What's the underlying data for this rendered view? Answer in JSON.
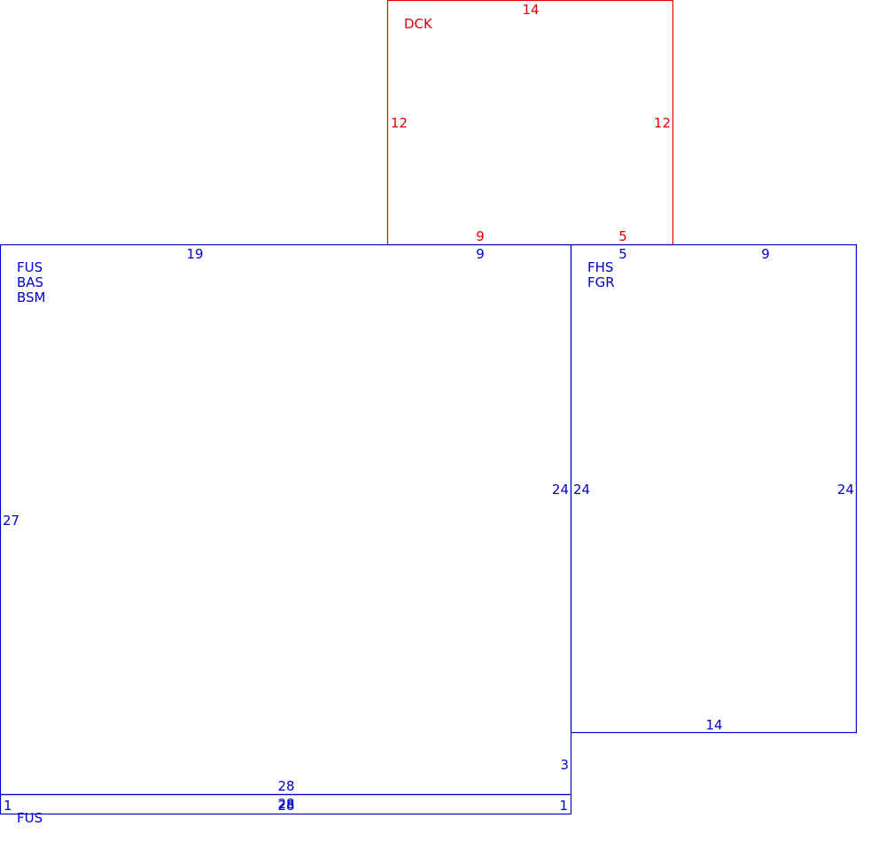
{
  "colors": {
    "main": "#0000cc",
    "deck": "#dd0000"
  },
  "deck": {
    "codes": [
      "DCK"
    ],
    "dims": {
      "top": "14",
      "left": "12",
      "right": "12",
      "bottom_left": "9",
      "bottom_right": "5"
    }
  },
  "main_area": {
    "codes": [
      "FUS",
      "BAS",
      "BSM"
    ],
    "dims": {
      "top_left": "19",
      "top_right": "9",
      "left": "27",
      "right": "24",
      "bottom": "28",
      "bottom_right": "3"
    }
  },
  "garage": {
    "codes": [
      "FHS",
      "FGR"
    ],
    "dims": {
      "top_left": "5",
      "top_right": "9",
      "left": "24",
      "right": "24",
      "bottom": "14"
    }
  },
  "strip": {
    "codes": [
      "FUS"
    ],
    "dims": {
      "left": "1",
      "right": "1",
      "top": "28",
      "bottom": "28"
    }
  }
}
